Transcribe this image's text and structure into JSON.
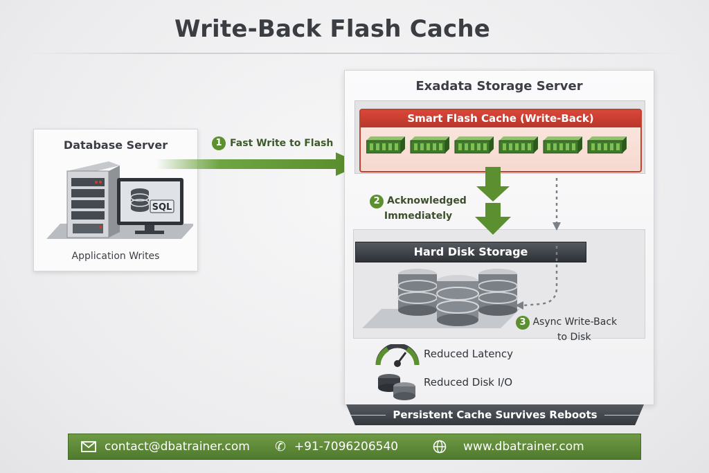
{
  "title": "Write-Back Flash Cache",
  "database_server": {
    "title": "Database Server",
    "screen_label": "SQL",
    "caption": "Application Writes"
  },
  "steps": [
    {
      "number": "1",
      "label": "Fast Write to Flash"
    },
    {
      "number": "2",
      "label_line1": "Acknowledged",
      "label_line2": "Immediately"
    },
    {
      "number": "3",
      "label_line1": "Async Write-Back",
      "label_line2": "to Disk"
    }
  ],
  "storage_server": {
    "title": "Exadata Storage Server",
    "flash_cache_title": "Smart Flash Cache (Write-Back)",
    "flash_module_count": 6,
    "disk_title": "Hard Disk Storage"
  },
  "benefits": [
    {
      "label": "Reduced Latency",
      "icon": "gauge-icon"
    },
    {
      "label": "Reduced Disk I/O",
      "icon": "disk-stack-icon"
    }
  ],
  "banner": "Persistent Cache Survives Reboots",
  "footer": {
    "email": "contact@dbatrainer.com",
    "phone": "+91-7096206540",
    "website": "www.dbatrainer.com"
  },
  "colors": {
    "accent_green": "#5c8f2f",
    "flash_red": "#c4402f",
    "dark_bar": "#3a3e44"
  }
}
